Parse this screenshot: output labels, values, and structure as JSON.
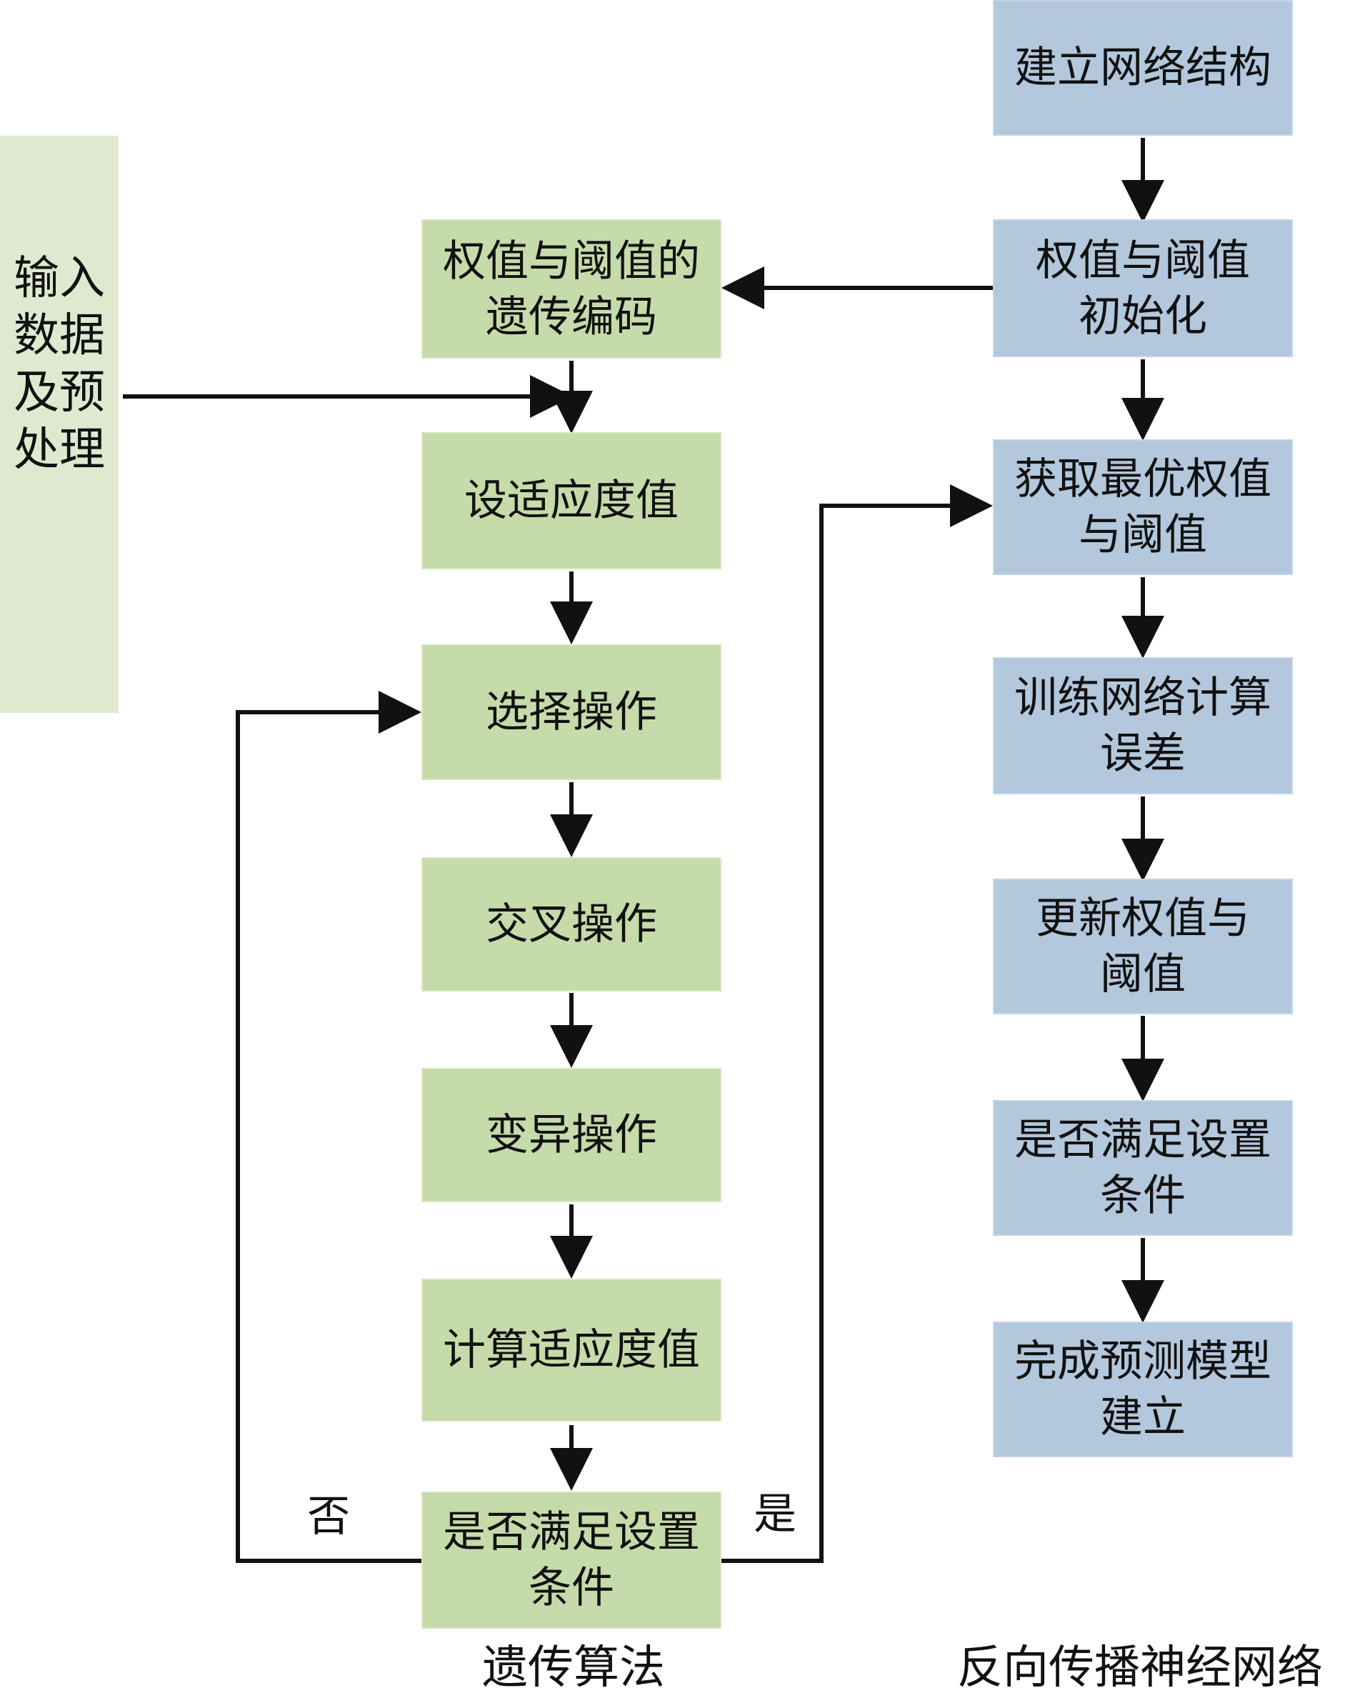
{
  "input_panel": {
    "label": "输入数据及预处理"
  },
  "genetic_algorithm": {
    "caption": "遗传算法",
    "steps": [
      "权值与阈值的\n遗传编码",
      "设适应度值",
      "选择操作",
      "交叉操作",
      "变异操作",
      "计算适应度值",
      "是否满足设置\n条件"
    ],
    "no_label": "否",
    "yes_label": "是"
  },
  "bp_network": {
    "caption": "反向传播神经网络",
    "steps": [
      "建立网络结构",
      "权值与阈值\n初始化",
      "获取最优权值\n与阈值",
      "训练网络计算\n误差",
      "更新权值与\n阈值",
      "是否满足设置\n条件",
      "完成预测模型\n建立"
    ]
  },
  "colors": {
    "ga_box": "#c6dbaa",
    "bp_box": "#b3c7dd",
    "input_box": "#dfe9cf",
    "arrow": "#111111"
  }
}
